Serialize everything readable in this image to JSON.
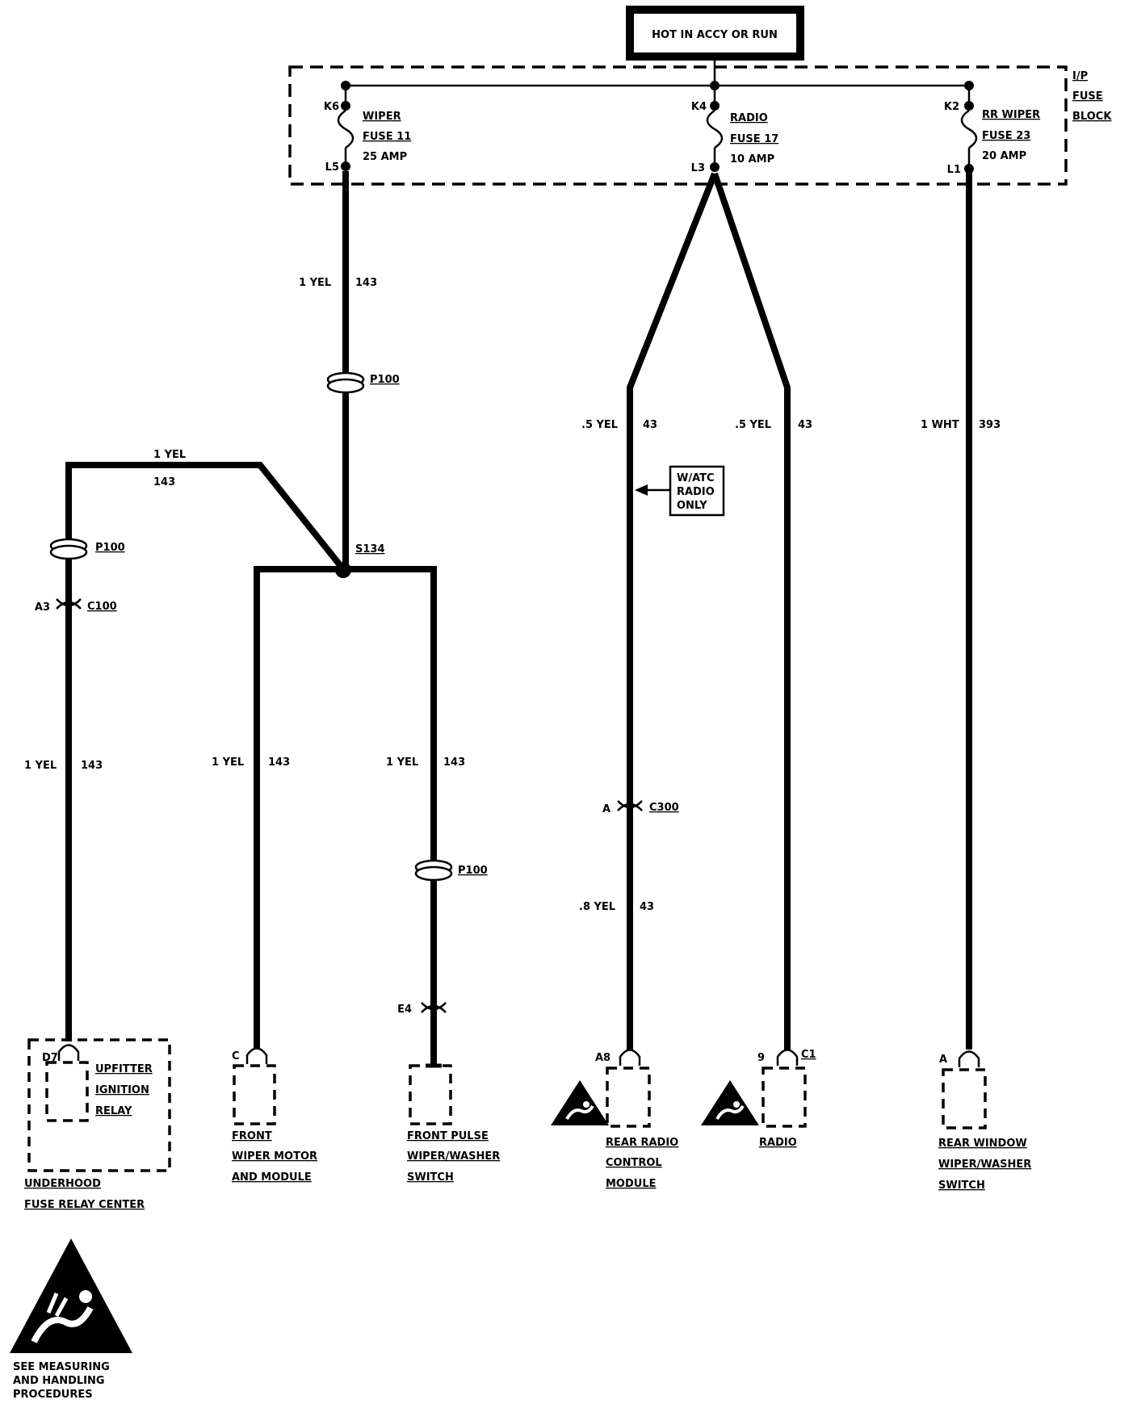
{
  "power_source": "HOT IN ACCY OR RUN",
  "fuse_block": {
    "line1": "I/P",
    "line2": "FUSE",
    "line3": "BLOCK"
  },
  "fuses": [
    {
      "in_pin": "K6",
      "out_pin": "L5",
      "name": "WIPER",
      "fuse": "FUSE 11",
      "rating": "25 AMP"
    },
    {
      "in_pin": "K4",
      "out_pin": "L3",
      "name": "RADIO",
      "fuse": "FUSE 17",
      "rating": "10 AMP"
    },
    {
      "in_pin": "K2",
      "out_pin": "L1",
      "name": "RR WIPER",
      "fuse": "FUSE 23",
      "rating": "20 AMP"
    }
  ],
  "wires": {
    "wiper_main": {
      "gauge": "1 YEL",
      "circuit": "143"
    },
    "wiper_branch_top": {
      "gauge": "1 YEL",
      "circuit": "143"
    },
    "radio_left": {
      "gauge": ".5 YEL",
      "circuit": "43"
    },
    "radio_right": {
      "gauge": ".5 YEL",
      "circuit": "43"
    },
    "rr_wiper": {
      "gauge": "1 WHT",
      "circuit": "393"
    },
    "relay_feed": {
      "gauge": "1 YEL",
      "circuit": "143"
    },
    "motor_feed": {
      "gauge": "1 YEL",
      "circuit": "143"
    },
    "switch_feed": {
      "gauge": "1 YEL",
      "circuit": "143"
    },
    "rear_radio_feed": {
      "gauge": ".8 YEL",
      "circuit": "43"
    }
  },
  "pass_throughs": {
    "p100": "P100"
  },
  "connectors": {
    "c100": {
      "pin": "A3",
      "name": "C100"
    },
    "c300": {
      "pin": "A",
      "name": "C300"
    },
    "e4": {
      "pin": "E4"
    },
    "c1": {
      "pin": "9",
      "name": "C1"
    }
  },
  "splice": "S134",
  "note_box": {
    "line1": "W/ATC",
    "line2": "RADIO",
    "line3": "ONLY"
  },
  "components": {
    "upfitter_relay": {
      "pin": "D7",
      "line1": "UPFITTER",
      "line2": "IGNITION",
      "line3": "RELAY"
    },
    "underhood": {
      "line1": "UNDERHOOD",
      "line2": "FUSE RELAY CENTER"
    },
    "front_motor": {
      "pin": "C",
      "line1": "FRONT",
      "line2": "WIPER MOTOR",
      "line3": "AND MODULE"
    },
    "front_switch": {
      "line1": "FRONT PULSE",
      "line2": "WIPER/WASHER",
      "line3": "SWITCH"
    },
    "rear_radio": {
      "pin": "A8",
      "line1": "REAR RADIO",
      "line2": "CONTROL",
      "line3": "MODULE"
    },
    "radio": {
      "line1": "RADIO"
    },
    "rear_wiper": {
      "pin": "A",
      "line1": "REAR WINDOW",
      "line2": "WIPER/WASHER",
      "line3": "SWITCH"
    }
  },
  "esd_icon": "esd-warning-icon",
  "esd_note": {
    "line1": "SEE MEASURING",
    "line2": "AND HANDLING",
    "line3": "PROCEDURES"
  }
}
